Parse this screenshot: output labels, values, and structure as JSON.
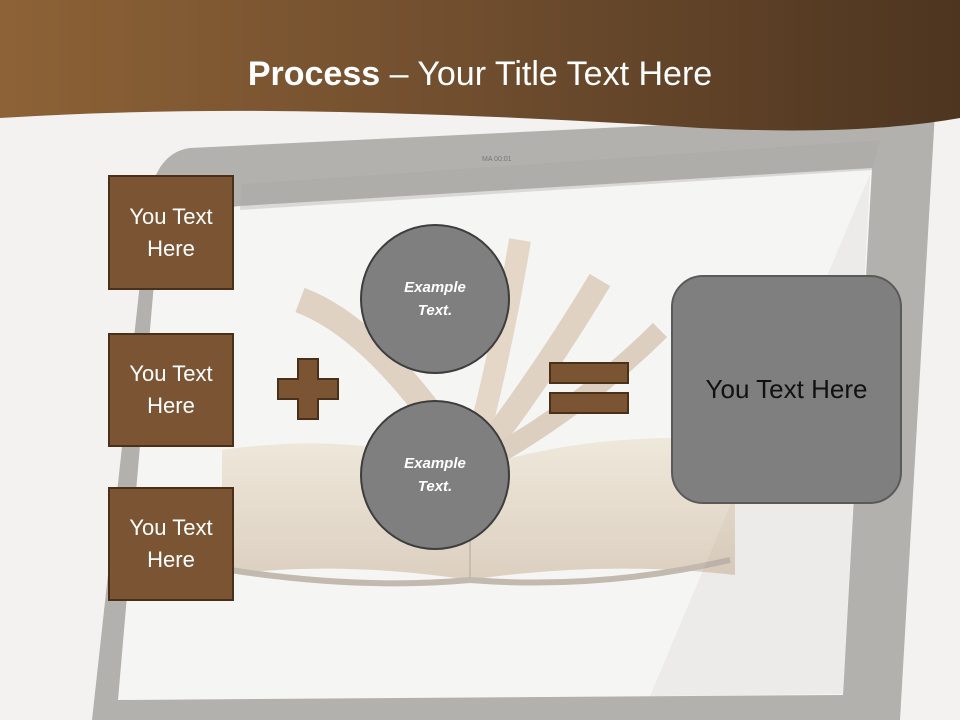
{
  "slide": {
    "title_bold": "Process",
    "title_rest": " – Your Title Text Here",
    "tablet_clock": "MA 00:01"
  },
  "inputs": [
    {
      "label": "You Text Here"
    },
    {
      "label": "You Text Here"
    },
    {
      "label": "You Text Here"
    }
  ],
  "circles": [
    {
      "label": "Example Text."
    },
    {
      "label": "Example Text."
    }
  ],
  "result": {
    "label": "You Text Here"
  },
  "colors": {
    "header_brown": "#7a5230",
    "box_brown": "#7b5533",
    "circle_gray": "#7f7f7f",
    "symbol_brown": "#7b5533"
  }
}
